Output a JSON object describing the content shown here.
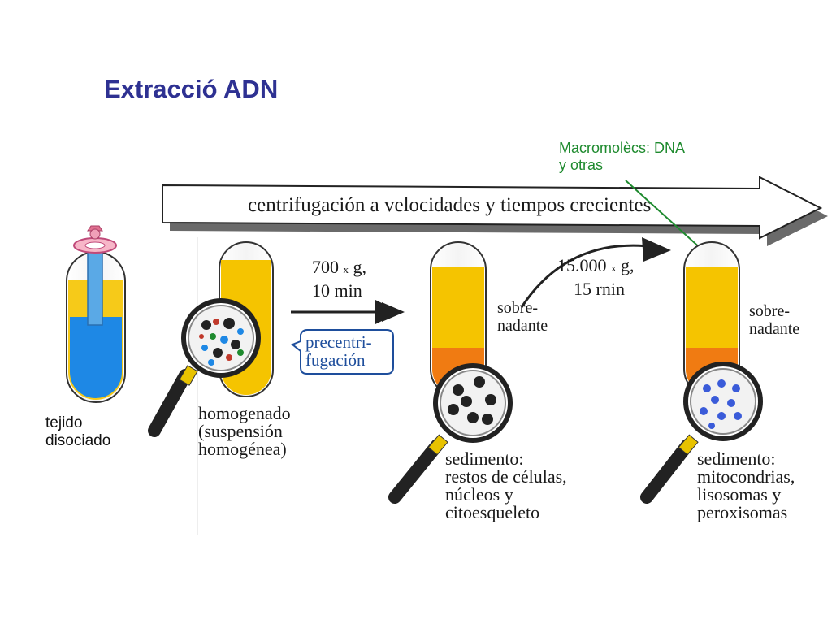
{
  "title": "Extracció ADN",
  "banner_text": "centrifugación a velocidades y tiempos crecientes",
  "macromolecules_label": [
    "Macromolècs: DNA",
    "y otras"
  ],
  "stage1": {
    "label": [
      "tejido",
      "disociado"
    ]
  },
  "stage2": {
    "label": [
      "homogenado",
      "(suspensión",
      "homogénea)"
    ]
  },
  "step1": {
    "speed": "700",
    "unit_x": "x",
    "unit_g": "g,",
    "time": "10 min",
    "bubble": [
      "precentri-",
      "fugación"
    ]
  },
  "stage3": {
    "supernatant": [
      "sobre-",
      "nadante"
    ],
    "sediment": [
      "sedimento:",
      "restos de células,",
      "núcleos y",
      "citoesqueleto"
    ]
  },
  "step2": {
    "speed": "15.000",
    "unit_x": "x",
    "unit_g": "g,",
    "time": "15 rnin"
  },
  "stage4": {
    "supernatant": [
      "sobre-",
      "nadante"
    ],
    "sediment": [
      "sedimento:",
      "mitocondrias,",
      "lisosomas y",
      "peroxisomas"
    ]
  },
  "colors": {
    "title": "#2e3192",
    "liquid_yellow": "#f5c400",
    "liquid_blue": "#1e88e5",
    "pellet_orange": "#f07b12",
    "green_label": "#1e8a2e",
    "bubble_border": "#1e4e9c"
  }
}
